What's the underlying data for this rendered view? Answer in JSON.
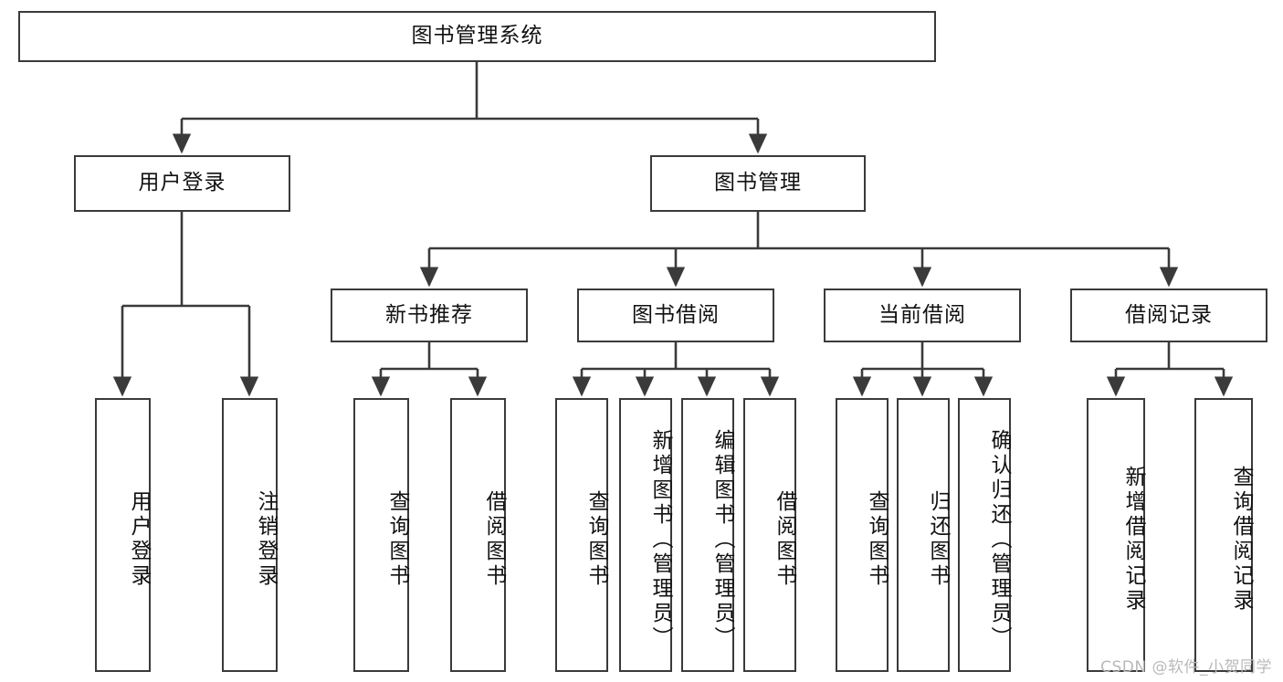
{
  "diagram": {
    "title": "图书管理系统",
    "type": "功能结构图",
    "root": {
      "id": "root",
      "label": "图书管理系统",
      "orientation": "horizontal"
    },
    "level2": [
      {
        "id": "user-login",
        "label": "用户登录",
        "orientation": "horizontal"
      },
      {
        "id": "book-manage",
        "label": "图书管理",
        "orientation": "horizontal"
      }
    ],
    "level3": [
      {
        "id": "new-book-recommend",
        "label": "新书推荐",
        "orientation": "horizontal",
        "parent": "book-manage"
      },
      {
        "id": "book-borrow",
        "label": "图书借阅",
        "orientation": "horizontal",
        "parent": "book-manage"
      },
      {
        "id": "current-borrow",
        "label": "当前借阅",
        "orientation": "horizontal",
        "parent": "book-manage"
      },
      {
        "id": "borrow-record",
        "label": "借阅记录",
        "orientation": "horizontal",
        "parent": "book-manage"
      }
    ],
    "leaves": [
      {
        "id": "leaf-user-login",
        "label": "用户登录",
        "parent": "user-login",
        "orientation": "vertical"
      },
      {
        "id": "leaf-user-logout",
        "label": "注销登录",
        "parent": "user-login",
        "orientation": "vertical"
      },
      {
        "id": "leaf-query-book-1",
        "label": "查询图书",
        "parent": "new-book-recommend",
        "orientation": "vertical"
      },
      {
        "id": "leaf-borrow-book-1",
        "label": "借阅图书",
        "parent": "new-book-recommend",
        "orientation": "vertical"
      },
      {
        "id": "leaf-query-book-2",
        "label": "查询图书",
        "parent": "book-borrow",
        "orientation": "vertical"
      },
      {
        "id": "leaf-add-book",
        "label": "新增图书（管理员）",
        "parent": "book-borrow",
        "orientation": "vertical"
      },
      {
        "id": "leaf-edit-book",
        "label": "编辑图书（管理员）",
        "parent": "book-borrow",
        "orientation": "vertical"
      },
      {
        "id": "leaf-borrow-book-2",
        "label": "借阅图书",
        "parent": "book-borrow",
        "orientation": "vertical"
      },
      {
        "id": "leaf-query-book-3",
        "label": "查询图书",
        "parent": "current-borrow",
        "orientation": "vertical"
      },
      {
        "id": "leaf-return-book",
        "label": "归还图书",
        "parent": "current-borrow",
        "orientation": "vertical"
      },
      {
        "id": "leaf-confirm-return",
        "label": "确认归还（管理员）",
        "parent": "current-borrow",
        "orientation": "vertical"
      },
      {
        "id": "leaf-add-record",
        "label": "新增借阅记录",
        "parent": "borrow-record",
        "orientation": "vertical"
      },
      {
        "id": "leaf-query-record",
        "label": "查询借阅记录",
        "parent": "borrow-record",
        "orientation": "vertical"
      }
    ],
    "colors": {
      "box_border": "#3a3a3a",
      "box_fill": "#ffffff",
      "connector": "#3a3a3a",
      "text": "#111111",
      "watermark": "#b9b9b9",
      "background": "#ffffff"
    }
  },
  "watermark": {
    "text": "CSDN @软件_小贺同学"
  }
}
